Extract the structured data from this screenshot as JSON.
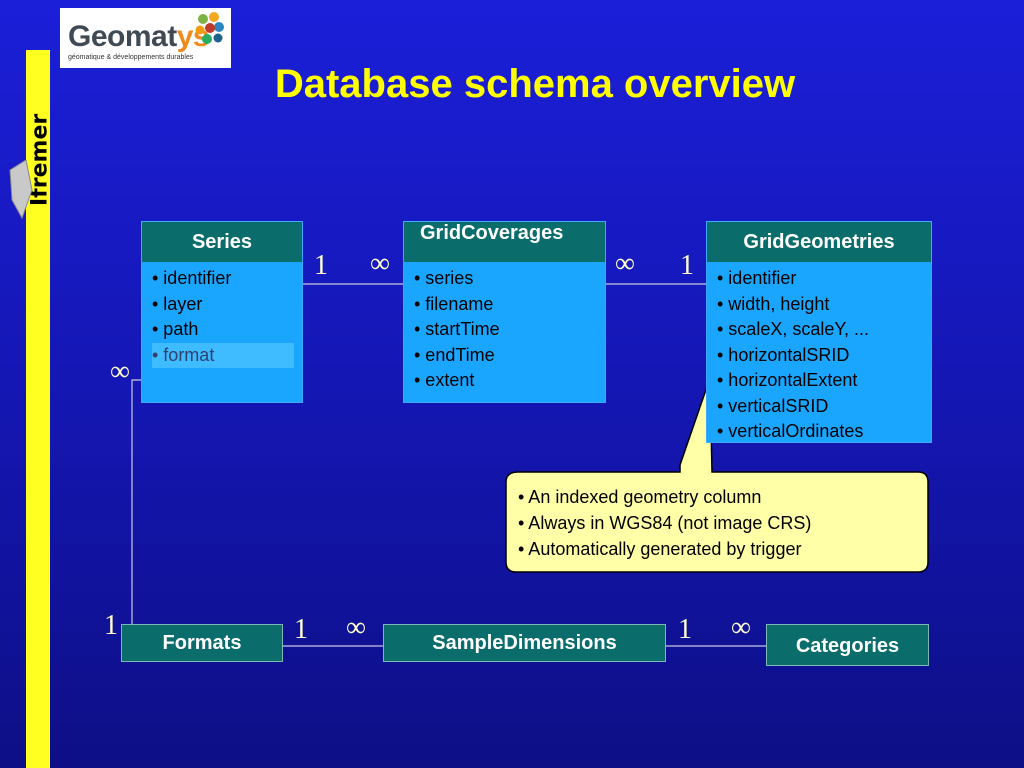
{
  "title": "Database schema overview",
  "logo": {
    "name_main": "Geomat",
    "name_accent": "ys",
    "tagline": "géomatique & développements durables"
  },
  "side_brand": "Ifremer",
  "tables": {
    "series": {
      "header": "Series",
      "fields": [
        "• identifier",
        "• layer",
        "• path",
        "• format"
      ]
    },
    "gridcoverages": {
      "header": "GridCoverages",
      "fields": [
        "• series",
        "• filename",
        "• startTime",
        "• endTime",
        "• extent"
      ]
    },
    "gridgeometries": {
      "header": "GridGeometries",
      "fields": [
        "• identifier",
        "• width, height",
        "• scaleX, scaleY, ...",
        "• horizontalSRID",
        "• horizontalExtent",
        "• verticalSRID",
        "• verticalOrdinates"
      ]
    },
    "formats": {
      "header": "Formats"
    },
    "sampledimensions": {
      "header": "SampleDimensions"
    },
    "categories": {
      "header": "Categories"
    }
  },
  "cardinality": {
    "series_gc_left": "1",
    "series_gc_right": "∞",
    "gc_gg_left": "∞",
    "gc_gg_right": "1",
    "series_formats_top": "∞",
    "series_formats_bottom": "1",
    "formats_sd_left": "1",
    "formats_sd_right": "∞",
    "sd_cat_left": "1",
    "sd_cat_right": "∞"
  },
  "callout": {
    "lines": [
      "• An indexed geometry column",
      "• Always in WGS84 (not image CRS)",
      "• Automatically generated by trigger"
    ]
  },
  "colors": {
    "title": "#ffff00",
    "table_header": "#0b6c6c",
    "table_body": "#1aa6ff",
    "callout": "#ffffa8"
  }
}
